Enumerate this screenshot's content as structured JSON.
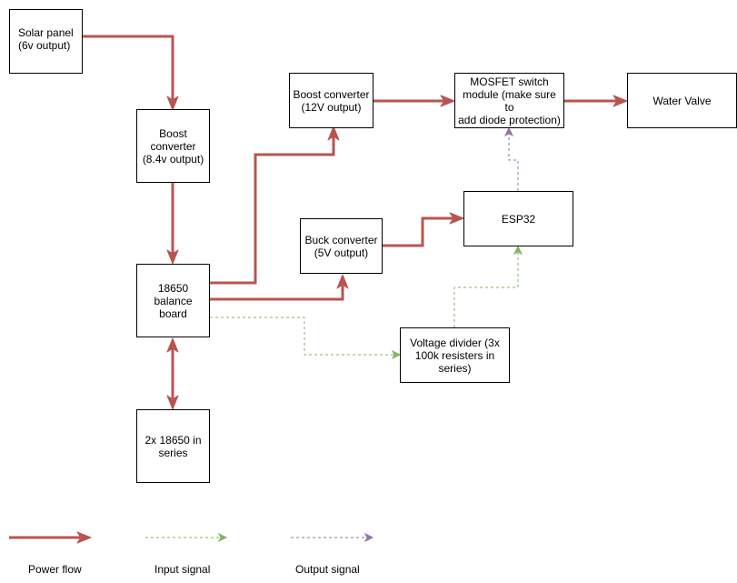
{
  "nodes": {
    "solar_panel": "Solar panel\n(6v output)",
    "boost_8v": "Boost\nconverter\n(8.4v output)",
    "balance_board": "18650\nbalance board",
    "batteries": "2x 18650 in\nseries",
    "boost_12v": "Boost converter\n(12V output)",
    "mosfet": "MOSFET switch\nmodule (make sure to\nadd diode protection)",
    "water_valve": "Water Valve",
    "buck": "Buck converter\n(5V output)",
    "esp32": "ESP32",
    "voltage_divider": "Voltage divider (3x\n100k resisters in\nseries)"
  },
  "legend": {
    "power": "Power flow",
    "input": "Input signal",
    "output": "Output signal"
  },
  "colors": {
    "power": "#b85450",
    "input": "#82b366",
    "output": "#9673a6",
    "box_border": "#000000"
  }
}
